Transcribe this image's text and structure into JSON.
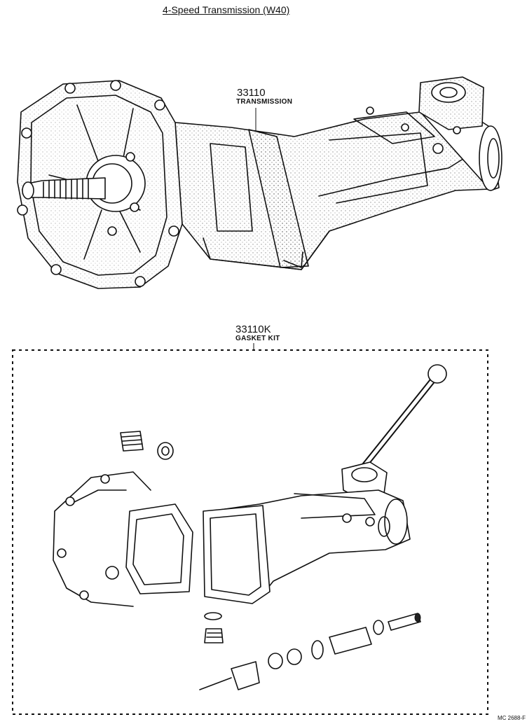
{
  "diagram": {
    "title": "4-Speed Transmission (W40)",
    "parts": [
      {
        "number": "33110",
        "name": "TRANSMISSION"
      },
      {
        "number": "33110K",
        "name": "GASKET KIT"
      }
    ],
    "footer_code": "MC 2688-F"
  }
}
